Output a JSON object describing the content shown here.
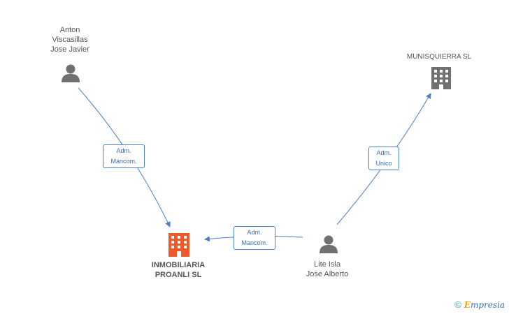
{
  "nodes": {
    "anton": {
      "lines": [
        "Anton",
        "Viscasillas",
        "Jose Javier"
      ],
      "type": "person"
    },
    "munisquierra": {
      "lines": [
        "MUNISQUIERRA SL"
      ],
      "type": "company"
    },
    "inmobiliaria": {
      "lines": [
        "INMOBILIARIA",
        "PROANLI SL"
      ],
      "type": "company-main"
    },
    "lite": {
      "lines": [
        "Lite Isla",
        "Jose Alberto"
      ],
      "type": "person"
    }
  },
  "edges": [
    {
      "from": "anton",
      "to": "inmobiliaria",
      "label": [
        "Adm.",
        "Mancom."
      ]
    },
    {
      "from": "lite",
      "to": "inmobiliaria",
      "label": [
        "Adm.",
        "Mancom."
      ]
    },
    {
      "from": "lite",
      "to": "munisquierra",
      "label": [
        "Adm.",
        "Unico"
      ]
    }
  ],
  "colors": {
    "edge": "#4a7fc1",
    "person_icon": "#707070",
    "company_icon": "#707070",
    "main_company_icon": "#f05a28"
  },
  "brand": {
    "copyright": "©",
    "initial": "E",
    "rest": "mpresia"
  }
}
